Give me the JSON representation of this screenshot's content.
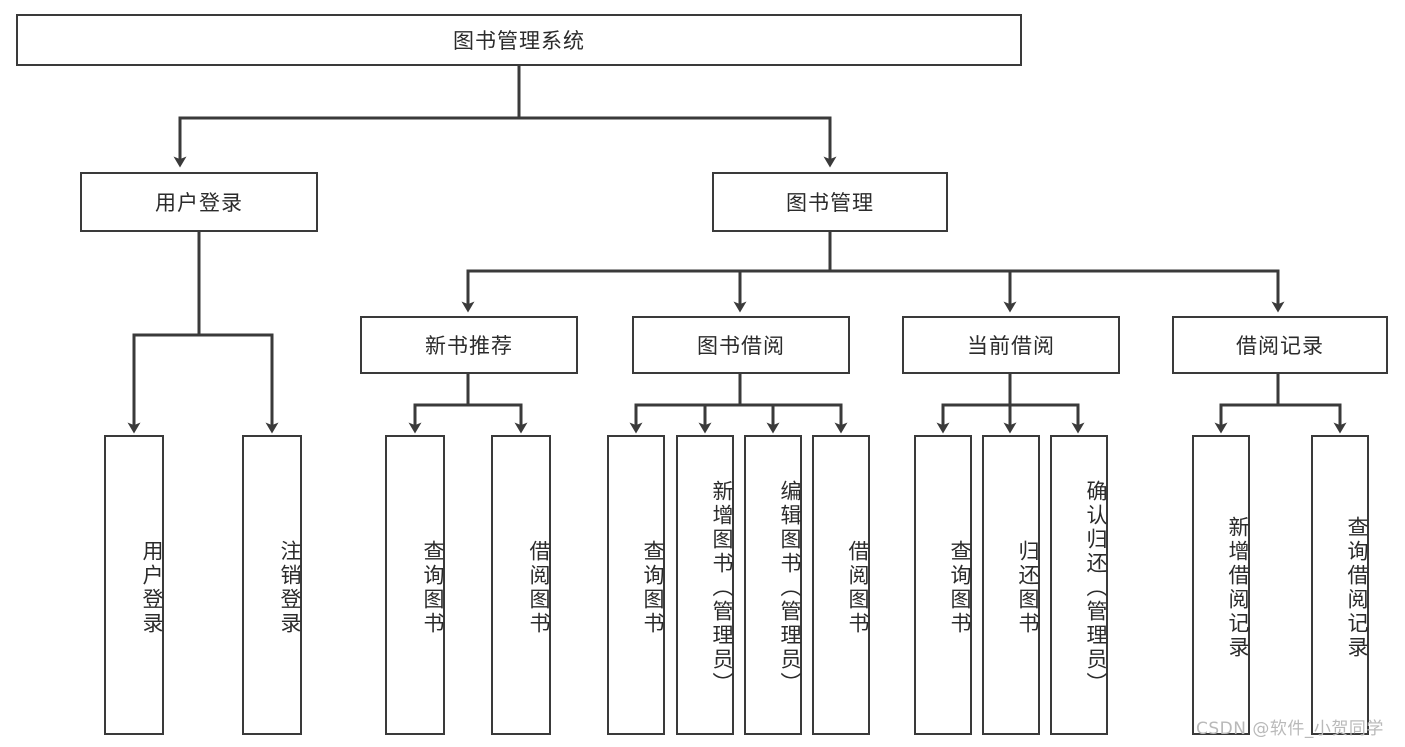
{
  "diagram": {
    "title": "图书管理系统",
    "watermark": "CSDN @软件_小贺同学",
    "colors": {
      "box_border": "#3a3a3a",
      "line": "#3a3a3a",
      "background": "#ffffff",
      "text": "#2b2b2b",
      "watermark": "#b9b9b9"
    },
    "root": {
      "label": "图书管理系统"
    },
    "level2": [
      {
        "label": "用户登录"
      },
      {
        "label": "图书管理"
      }
    ],
    "level3": [
      {
        "label": "新书推荐"
      },
      {
        "label": "图书借阅"
      },
      {
        "label": "当前借阅"
      },
      {
        "label": "借阅记录"
      }
    ],
    "leaves": {
      "user_login": [
        {
          "label": "用户登录"
        },
        {
          "label": "注销登录"
        }
      ],
      "new_book": [
        {
          "label": "查询图书"
        },
        {
          "label": "借阅图书"
        }
      ],
      "book_borrow": [
        {
          "label": "查询图书"
        },
        {
          "label": "新增图书（管理员）"
        },
        {
          "label": "编辑图书（管理员）"
        },
        {
          "label": "借阅图书"
        }
      ],
      "current_borrow": [
        {
          "label": "查询图书"
        },
        {
          "label": "归还图书"
        },
        {
          "label": "确认归还（管理员）"
        }
      ],
      "borrow_record": [
        {
          "label": "新增借阅记录"
        },
        {
          "label": "查询借阅记录"
        }
      ]
    }
  }
}
